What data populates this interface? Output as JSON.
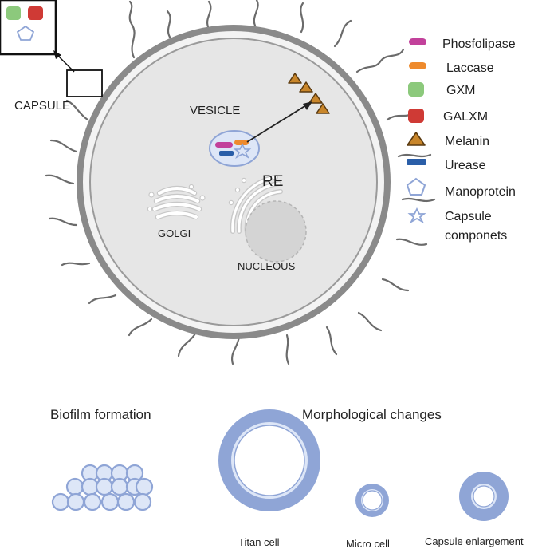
{
  "labels": {
    "capsule": "CAPSULE",
    "vesicle": "VESICLE",
    "re": "RE",
    "golgi": "GOLGI",
    "nucleus": "NUCLEOUS"
  },
  "legend": [
    {
      "icon": "phospholipase-pill",
      "label": "Phosfolipase",
      "color": "#c2419b"
    },
    {
      "icon": "laccase-pill",
      "label": "Laccase",
      "color": "#ee8a2c"
    },
    {
      "icon": "gxm-square",
      "label": "GXM",
      "color": "#8cc97c"
    },
    {
      "icon": "galxm-square",
      "label": "GALXM",
      "color": "#cf3a35"
    },
    {
      "icon": "melanin-triangle",
      "label": "Melanin",
      "color": "#c9862a"
    },
    {
      "icon": "urease-bar",
      "label": "Urease",
      "color": "#2a5ea8"
    },
    {
      "icon": "manoprotein-pentagon",
      "label": "Manoprotein",
      "color": "#9db3df"
    },
    {
      "icon": "capsule-component-star",
      "label_line1": "Capsule",
      "label_line2": "componets",
      "color": "#9db3df"
    }
  ],
  "bottom": {
    "biofilm_title": "Biofilm formation",
    "morph_title": "Morphological changes",
    "titan_label": "Titan cell",
    "micro_label": "Micro cell",
    "enlargement_label": "Capsule enlargement"
  },
  "colors": {
    "cell_fill": "#e6e6e6",
    "cell_outer_ring": "#8a8a8a",
    "capsule_ring": "#f3f3f3",
    "filament": "#6b6b6b",
    "blue_ring": "#8fa5d6",
    "blue_light": "#dde6f7",
    "organelle_outline": "#bdbdbd"
  }
}
